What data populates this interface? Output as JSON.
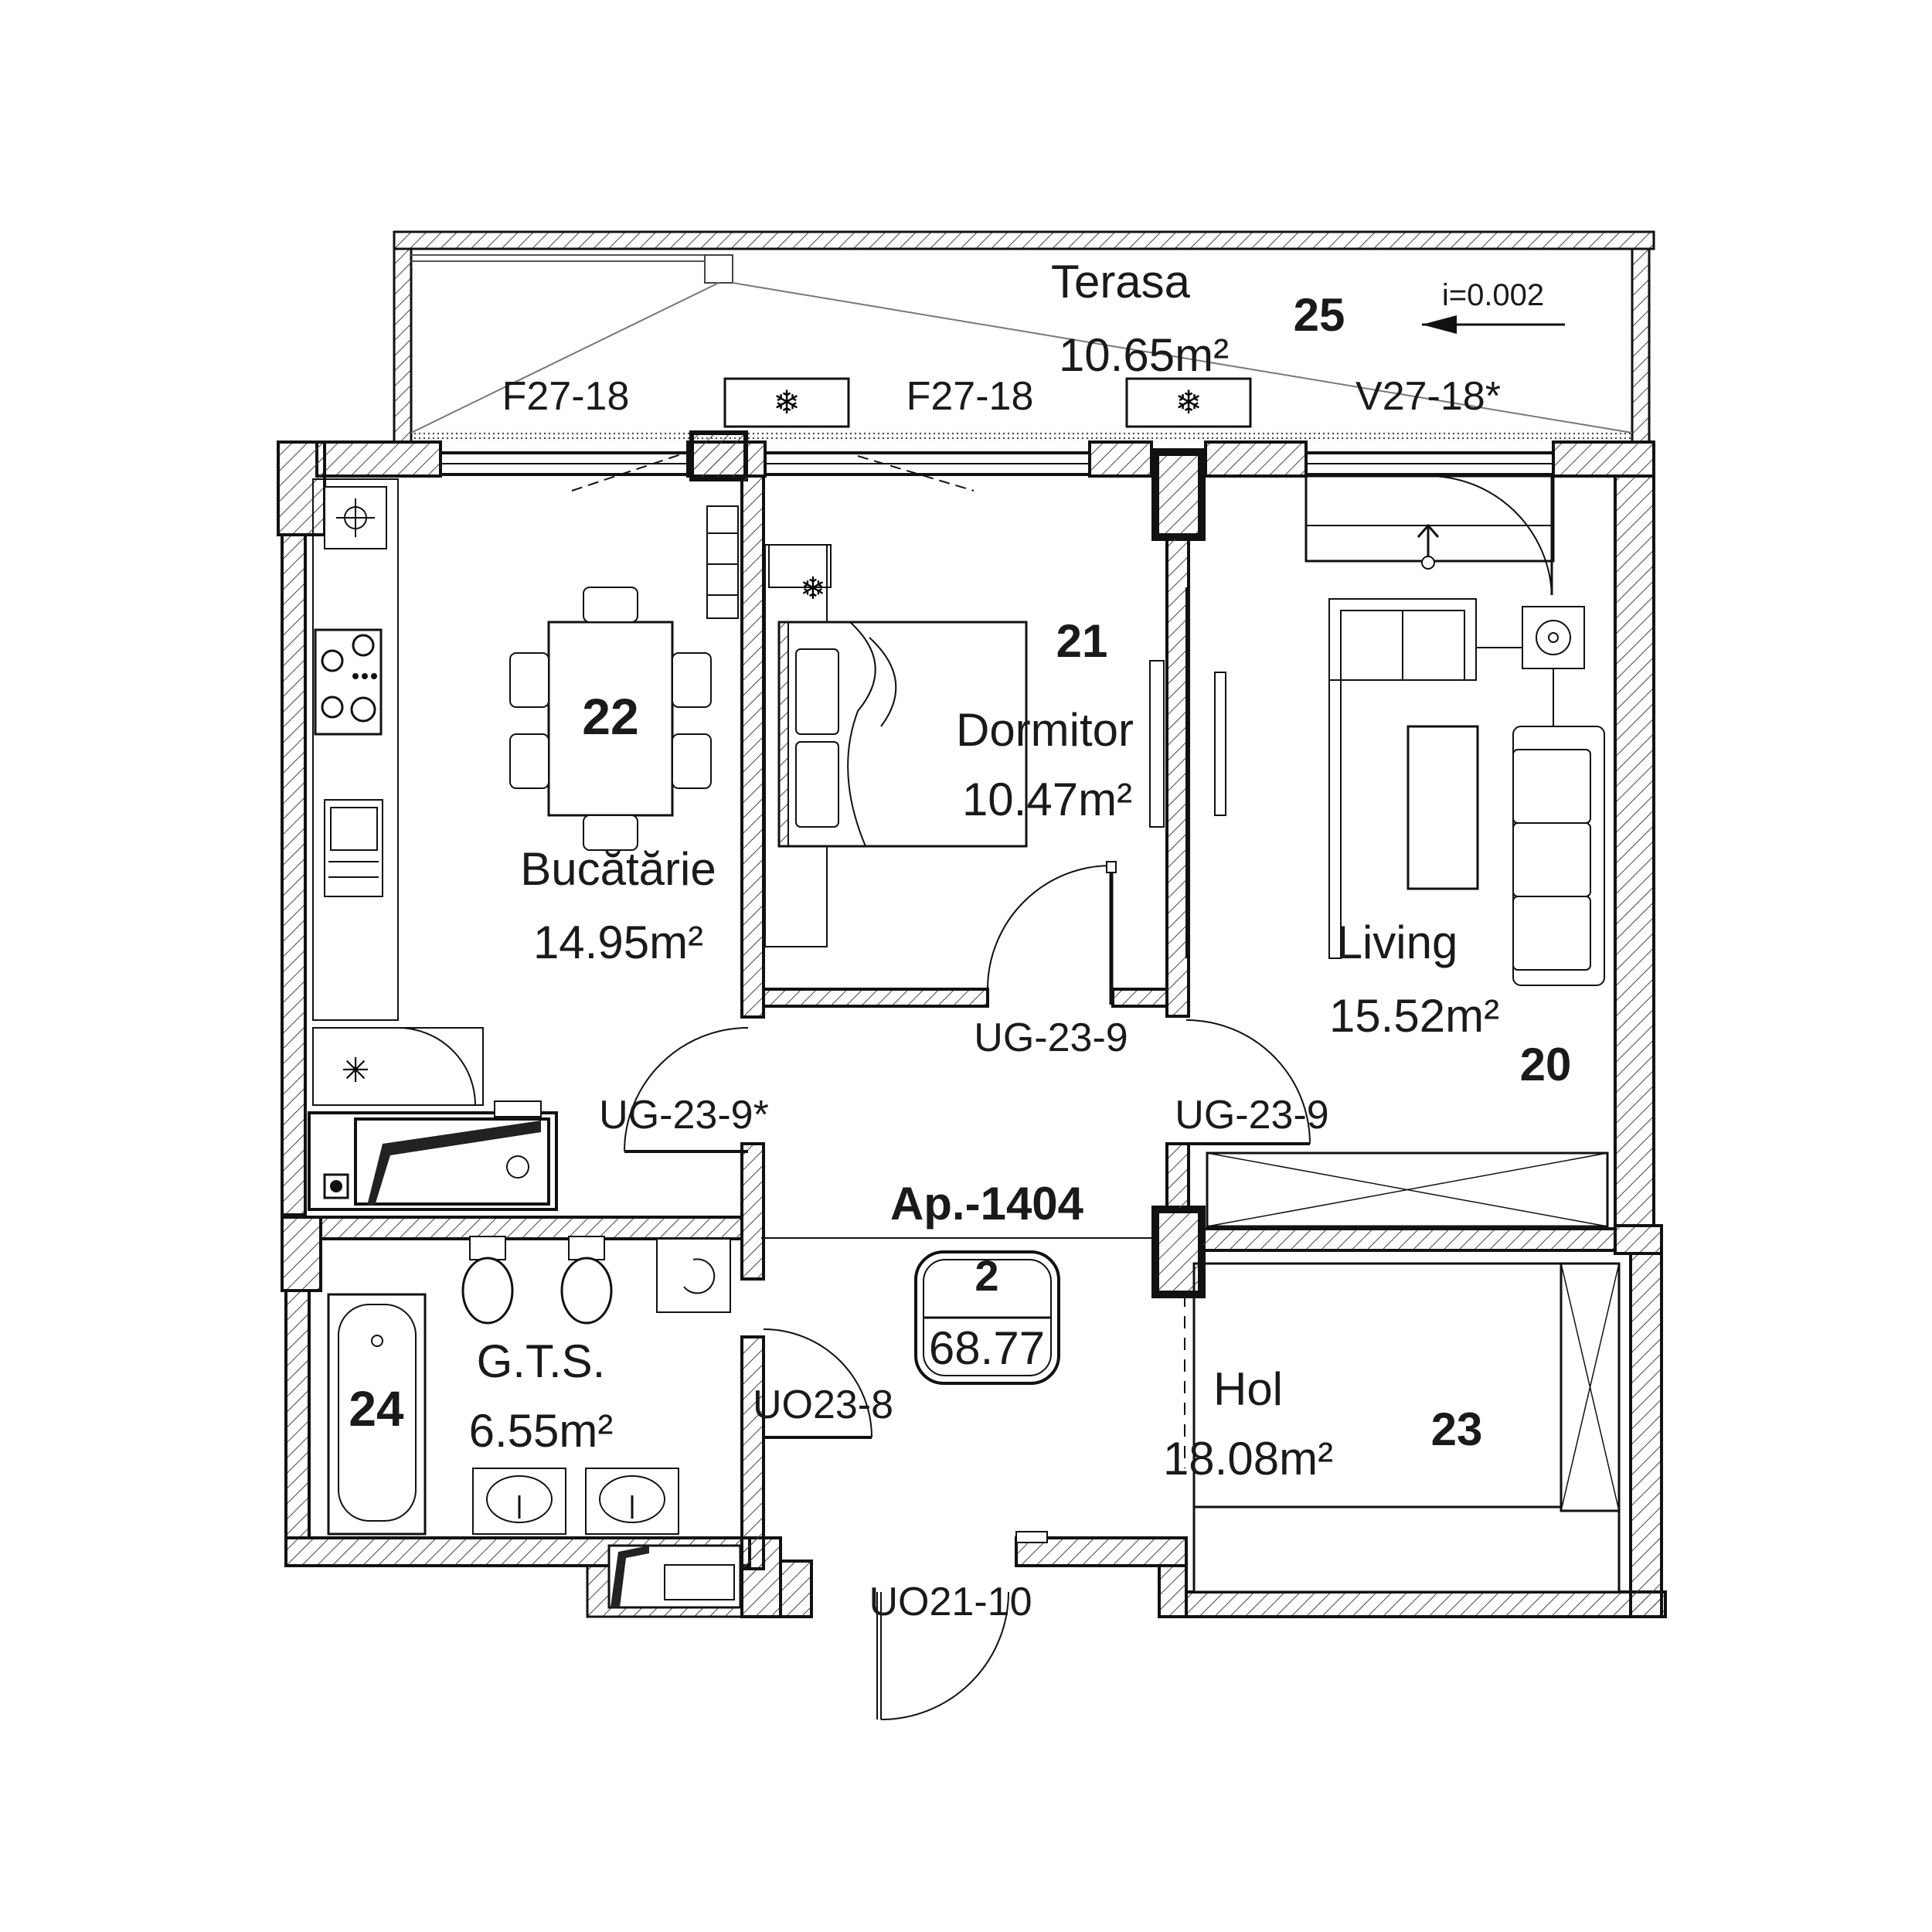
{
  "apartment": {
    "title": "Ap.-1404",
    "rooms_count": "2",
    "total_area": "68.77"
  },
  "rooms": {
    "terasa": {
      "number": "25",
      "name": "Terasa",
      "area": "10.65m²"
    },
    "bucatarie": {
      "number": "22",
      "name": "Bucătărie",
      "area": "14.95m²"
    },
    "dormitor": {
      "number": "21",
      "name": "Dormitor",
      "area": "10.47m²"
    },
    "living": {
      "number": "20",
      "name": "Living",
      "area": "15.52m²"
    },
    "gts": {
      "number": "24",
      "name": "G.T.S.",
      "area": "6.55m²"
    },
    "hol": {
      "number": "23",
      "name": "Hol",
      "area": "18.08m²"
    }
  },
  "slope": "i=0.002",
  "labels": {
    "window_1": "F27-18",
    "window_2": "F27-18",
    "balcony_door": "V27-18*",
    "door_dormitor": "UG-23-9",
    "door_bucatarie": "UG-23-9*",
    "door_living": "UG-23-9",
    "door_gts": "UO23-8",
    "door_entrance": "UO21-10"
  }
}
